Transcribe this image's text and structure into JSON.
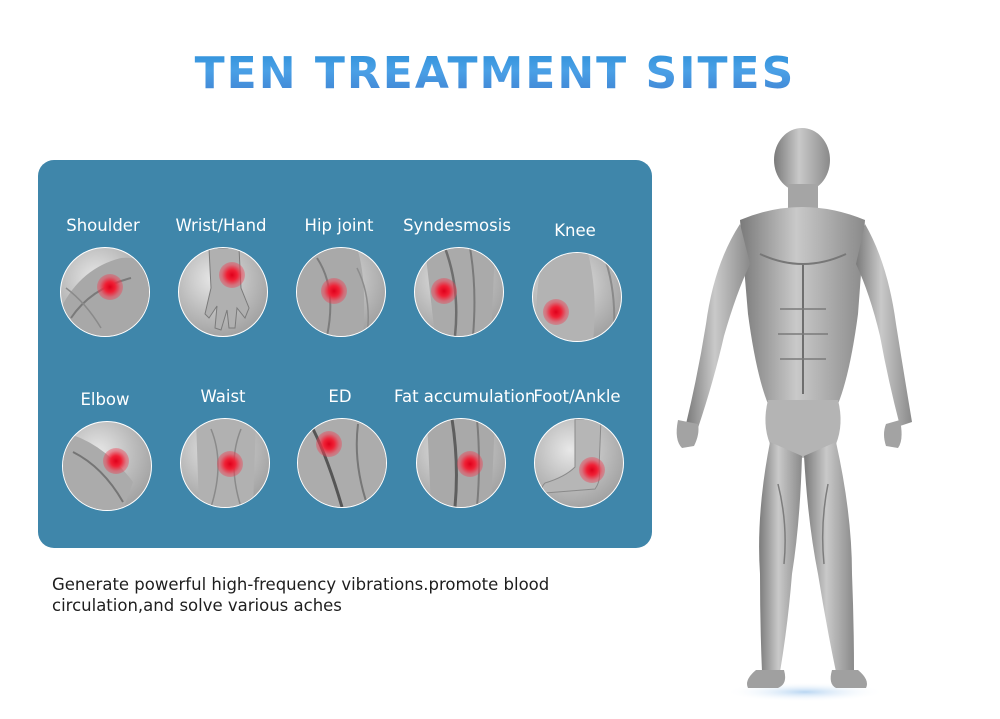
{
  "title": "TEN TREATMENT SITES",
  "sites": [
    {
      "label": "Shoulder"
    },
    {
      "label": "Wrist/Hand"
    },
    {
      "label": "Hip joint"
    },
    {
      "label": "Syndesmosis"
    },
    {
      "label": "Knee"
    },
    {
      "label": "Elbow"
    },
    {
      "label": "Waist"
    },
    {
      "label": "ED"
    },
    {
      "label": "Fat accumulation"
    },
    {
      "label": "Foot/Ankle"
    }
  ],
  "description": "Generate powerful high-frequency vibrations.promote blood circulation,and solve various aches",
  "colors": {
    "title": "#3a86d6",
    "panel": "#3f86aa",
    "hotspot": "#e0001b"
  },
  "icons": {
    "figure": "human-anatomy-figure-icon"
  }
}
